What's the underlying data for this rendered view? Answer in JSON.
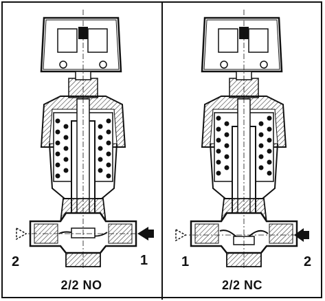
{
  "panels": [
    {
      "caption": "2/2 NO",
      "port_left": "2",
      "port_right": "1"
    },
    {
      "caption": "2/2 NC",
      "port_left": "1",
      "port_right": "2"
    }
  ],
  "colors": {
    "ink": "#111111",
    "hatch": "#333333",
    "background": "#ffffff"
  }
}
